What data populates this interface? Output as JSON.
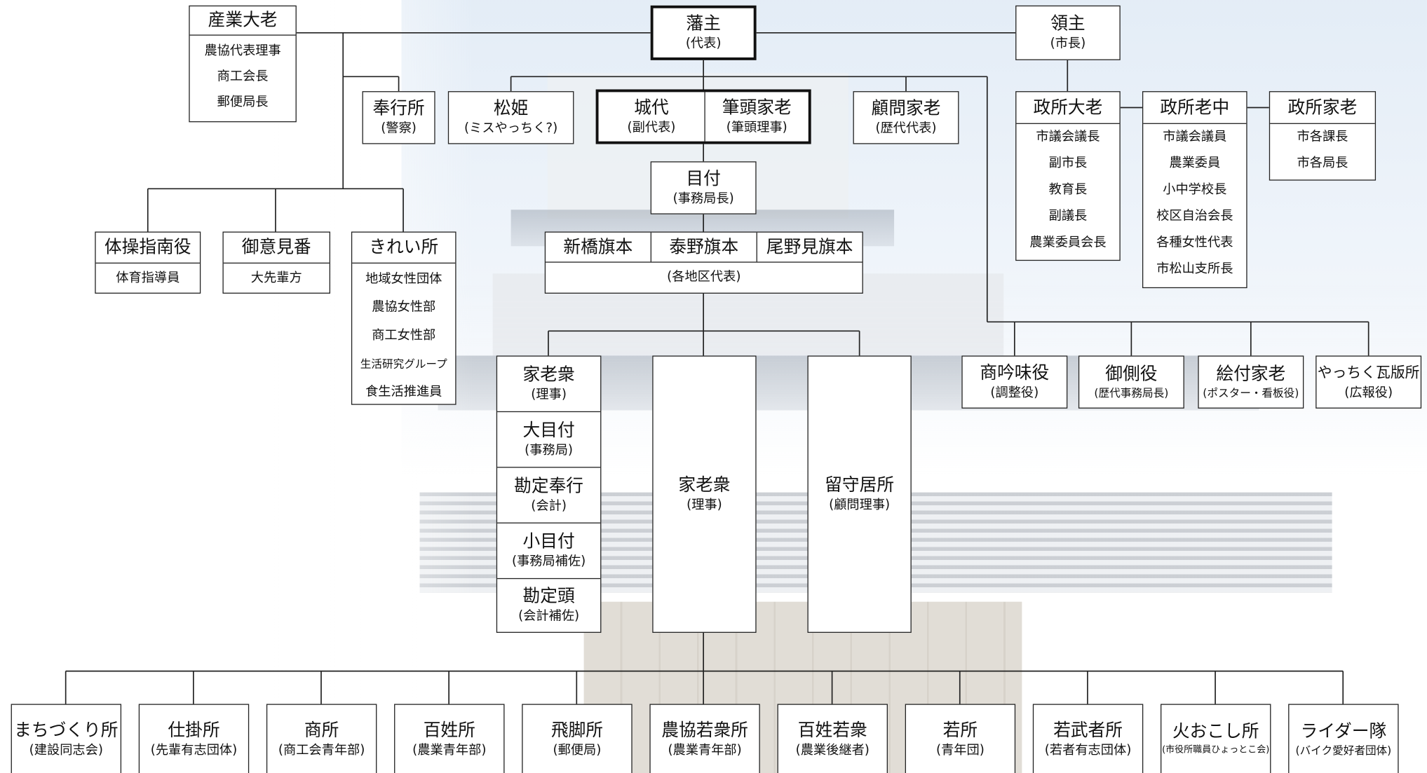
{
  "org": {
    "hanshu": {
      "title": "藩主",
      "sub": "(代表)"
    },
    "ryoshu": {
      "title": "領主",
      "sub": "(市長)"
    },
    "sangyo": {
      "title": "産業大老",
      "items": [
        "農協代表理事",
        "商工会長",
        "郵便局長"
      ]
    },
    "bugyo": {
      "title": "奉行所",
      "sub": "(警察)"
    },
    "matsuhime": {
      "title": "松姫",
      "sub": "(ミスやっちく?)"
    },
    "joudai": {
      "title": "城代",
      "sub": "(副代表)"
    },
    "hitto": {
      "title": "筆頭家老",
      "sub": "(筆頭理事)"
    },
    "komon": {
      "title": "顧問家老",
      "sub": "(歴代代表)"
    },
    "metsuke": {
      "title": "目付",
      "sub": "(事務局長)"
    },
    "hatamoto": {
      "names": [
        "新橋旗本",
        "泰野旗本",
        "尾野見旗本"
      ],
      "sub": "(各地区代表)"
    },
    "taiso": {
      "title": "体操指南役",
      "items": [
        "体育指導員"
      ]
    },
    "goiken": {
      "title": "御意見番",
      "items": [
        "大先輩方"
      ]
    },
    "kirei": {
      "title": "きれい所",
      "items": [
        "地域女性団体",
        "農協女性部",
        "商工女性部",
        "生活研究グループ",
        "食生活推進員"
      ]
    },
    "seifu_tairo": {
      "title": "政所大老",
      "items": [
        "市議会議長",
        "副市長",
        "教育長",
        "副議長",
        "農業委員会長"
      ]
    },
    "seifu_roju": {
      "title": "政所老中",
      "items": [
        "市議会議員",
        "農業委員",
        "小中学校長",
        "校区自治会長",
        "各種女性代表",
        "市松山支所長"
      ]
    },
    "seifu_karo": {
      "title": "政所家老",
      "items": [
        "市各課長",
        "市各局長"
      ]
    },
    "left_stack": [
      {
        "title": "家老衆",
        "sub": "(理事)"
      },
      {
        "title": "大目付",
        "sub": "(事務局)"
      },
      {
        "title": "勘定奉行",
        "sub": "(会計)"
      },
      {
        "title": "小目付",
        "sub": "(事務局補佐)"
      },
      {
        "title": "勘定頭",
        "sub": "(会計補佐)"
      }
    ],
    "karoshu_big": {
      "title": "家老衆",
      "sub": "(理事)"
    },
    "rusui": {
      "title": "留守居所",
      "sub": "(顧問理事)"
    },
    "right_row": [
      {
        "title": "商吟味役",
        "sub": "(調整役)"
      },
      {
        "title": "御側役",
        "sub": "(歴代事務局長)"
      },
      {
        "title": "絵付家老",
        "sub": "(ポスター・看板役)"
      },
      {
        "title": "やっちく瓦版所",
        "sub": "(広報役)"
      }
    ],
    "bottom_row": [
      {
        "title": "まちづくり所",
        "sub": "(建設同志会)"
      },
      {
        "title": "仕掛所",
        "sub": "(先輩有志団体)"
      },
      {
        "title": "商所",
        "sub": "(商工会青年部)"
      },
      {
        "title": "百姓所",
        "sub": "(農業青年部)"
      },
      {
        "title": "飛脚所",
        "sub": "(郵便局)"
      },
      {
        "title": "農協若衆所",
        "sub": "(農業青年部)"
      },
      {
        "title": "百姓若衆",
        "sub": "(農業後継者)"
      },
      {
        "title": "若所",
        "sub": "(青年団)"
      },
      {
        "title": "若武者所",
        "sub": "(若者有志団体)"
      },
      {
        "title": "火おこし所",
        "sub": "(市役所職員ひょっとこ会)"
      },
      {
        "title": "ライダー隊",
        "sub": "(バイク愛好者団体)"
      }
    ]
  }
}
